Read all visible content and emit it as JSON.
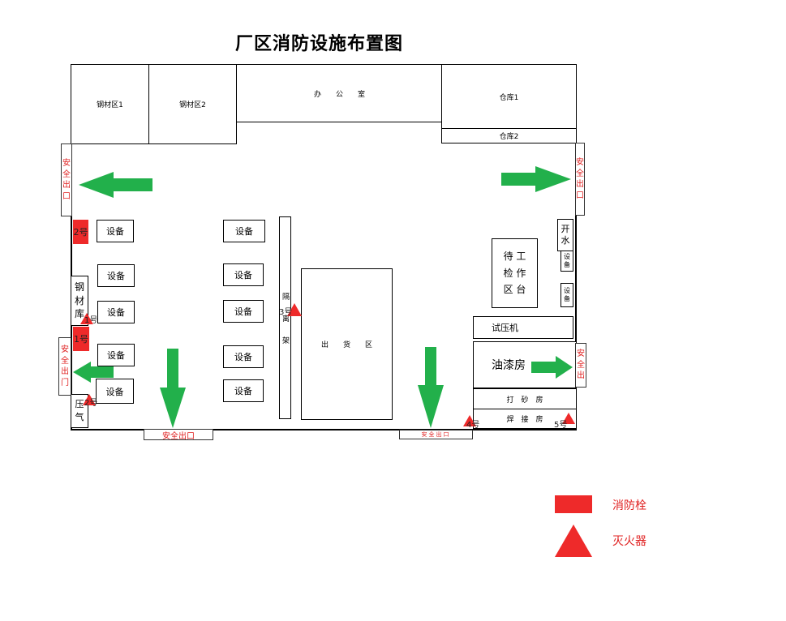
{
  "title": "厂区消防设施布置图",
  "areas": {
    "steel1": "钢材区1",
    "steel2": "钢材区2",
    "office": "办　　公　　室",
    "warehouse1": "仓库1",
    "warehouse2": "仓库2",
    "partition": "隔　　离　　架",
    "shipping": "出　　货　　区",
    "inspection": "待 工\n检 作\n区 台",
    "press_test": "试压机",
    "paint": "油漆房",
    "sanding": "打　砂　房",
    "welding": "焊　接　房",
    "steel_store": "钢\n材\n库",
    "air_comp": "压\n气",
    "water_pump": "开\n水"
  },
  "equipment": {
    "label": "设备",
    "small_label": "设\n备"
  },
  "exits": {
    "left_top": "安\n全\n出\n口",
    "left_mid": "安\n全\n出\n门",
    "right_top": "安\n全\n出\n口",
    "right_mid": "安\n全\n出",
    "bottom_left": "安全出口",
    "bottom_right": "安全出口"
  },
  "hydrants": {
    "h1": "1号",
    "h2": "2号"
  },
  "extinguishers": {
    "e3": "3号",
    "e4": "4号",
    "e5": "5号",
    "e_side1": "1号",
    "e_side2": "2号"
  },
  "legend": {
    "hydrant": "消防栓",
    "extinguisher": "灭火器"
  },
  "colors": {
    "hydrant": "#ee2a2a",
    "extinguisher": "#ee2a2a",
    "arrow": "#22b04b",
    "exit_text": "#e02020"
  }
}
